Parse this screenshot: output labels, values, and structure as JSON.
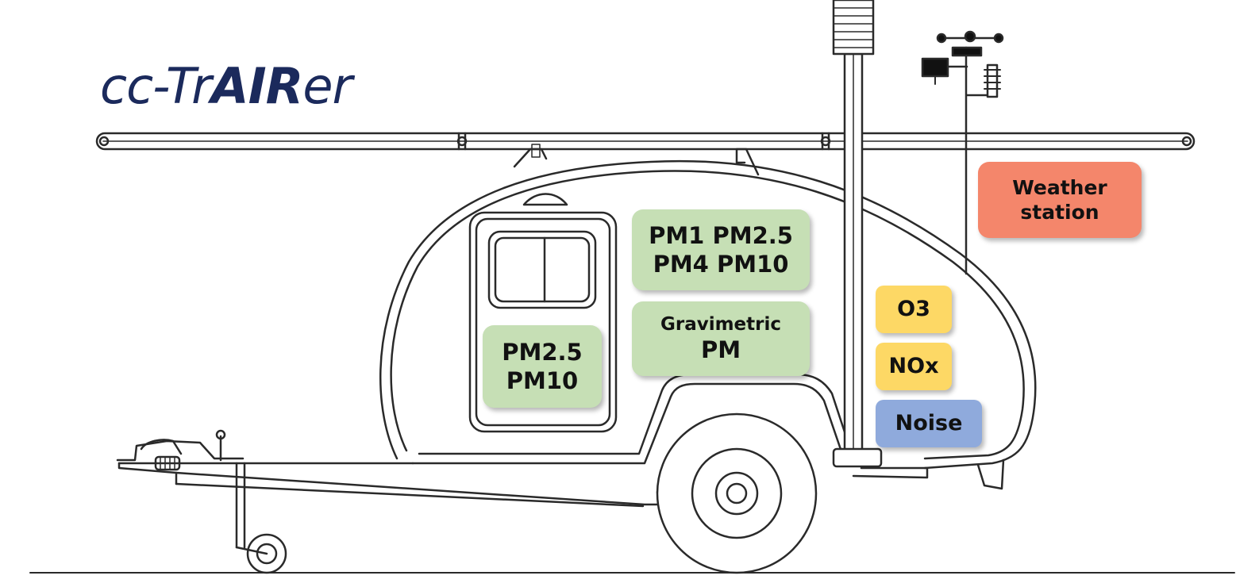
{
  "title": {
    "prefix": "cc-Tr",
    "bold": "AIR",
    "suffix": "er"
  },
  "colors": {
    "title": "#1b2a5c",
    "particulate": "#c6dfb5",
    "gas": "#fdd865",
    "noise": "#8faadc",
    "weather": "#f4866b",
    "line": "#2a2a2a"
  },
  "labels": {
    "pm_door_line1": "PM2.5",
    "pm_door_line2": "PM10",
    "pm_multi_line1": "PM1 PM2.5",
    "pm_multi_line2": "PM4 PM10",
    "gravimetric_line1": "Gravimetric",
    "gravimetric_line2": "PM",
    "ozone": "O3",
    "nox": "NOx",
    "noise": "Noise",
    "weather_line1": "Weather",
    "weather_line2": "station"
  }
}
